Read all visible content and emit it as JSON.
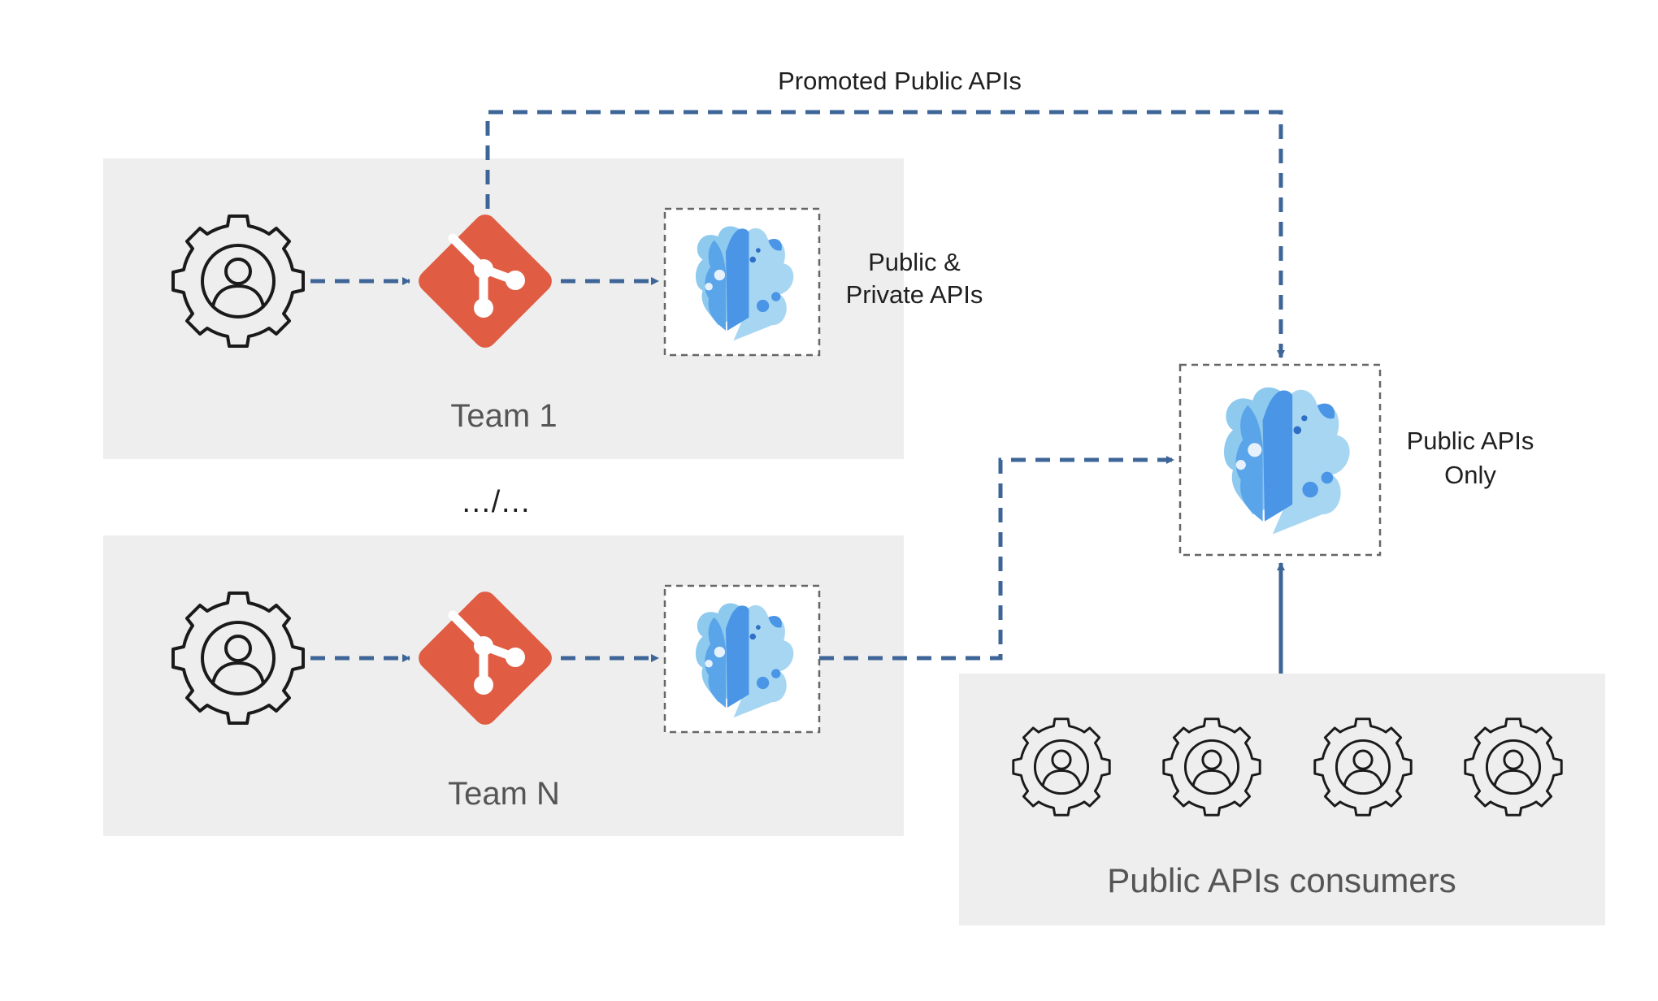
{
  "labels": {
    "promoted": "Promoted Public APIs",
    "team1_apis_line1": "Public &",
    "team1_apis_line2": "Private APIs",
    "public_only_line1": "Public APIs",
    "public_only_line2": "Only",
    "team1": "Team 1",
    "separator": "…/…",
    "teamN": "Team N",
    "consumers": "Public APIs consumers"
  },
  "icons": {
    "user_gear": "user-gear-icon",
    "git": "git-icon",
    "api_gateway": "api-gateway-cloud-icon"
  },
  "colors": {
    "panel": "#eeeeee",
    "arrow": "#3e6597",
    "git": "#e05d44",
    "cloud_light": "#8ec9ee",
    "cloud_mid": "#4b95e6",
    "cloud_dark": "#2f6fc5",
    "text": "#1f1f1f",
    "team_text": "#555555"
  }
}
